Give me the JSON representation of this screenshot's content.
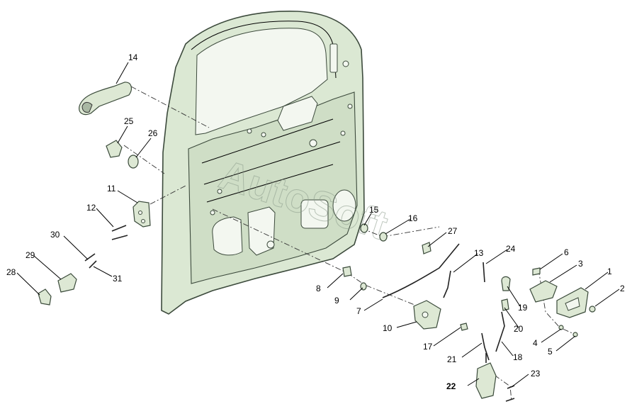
{
  "watermark": "AutoSoft",
  "parts": [
    {
      "id": "p1",
      "number": "1"
    },
    {
      "id": "p2",
      "number": "2"
    },
    {
      "id": "p3",
      "number": "3"
    },
    {
      "id": "p4",
      "number": "4"
    },
    {
      "id": "p5",
      "number": "5"
    },
    {
      "id": "p6",
      "number": "6"
    },
    {
      "id": "p7",
      "number": "7"
    },
    {
      "id": "p8",
      "number": "8"
    },
    {
      "id": "p9",
      "number": "9"
    },
    {
      "id": "p10",
      "number": "10"
    },
    {
      "id": "p11",
      "number": "11"
    },
    {
      "id": "p12",
      "number": "12"
    },
    {
      "id": "p13",
      "number": "13"
    },
    {
      "id": "p14",
      "number": "14"
    },
    {
      "id": "p15",
      "number": "15"
    },
    {
      "id": "p16",
      "number": "16"
    },
    {
      "id": "p17",
      "number": "17"
    },
    {
      "id": "p18",
      "number": "18"
    },
    {
      "id": "p19",
      "number": "19"
    },
    {
      "id": "p20",
      "number": "20"
    },
    {
      "id": "p21",
      "number": "21"
    },
    {
      "id": "p22",
      "number": "22"
    },
    {
      "id": "p23",
      "number": "23"
    },
    {
      "id": "p24",
      "number": "24"
    },
    {
      "id": "p25",
      "number": "25"
    },
    {
      "id": "p26",
      "number": "26"
    },
    {
      "id": "p27",
      "number": "27"
    },
    {
      "id": "p28",
      "number": "28"
    },
    {
      "id": "p29",
      "number": "29"
    },
    {
      "id": "p30",
      "number": "30"
    },
    {
      "id": "p31",
      "number": "31"
    }
  ]
}
